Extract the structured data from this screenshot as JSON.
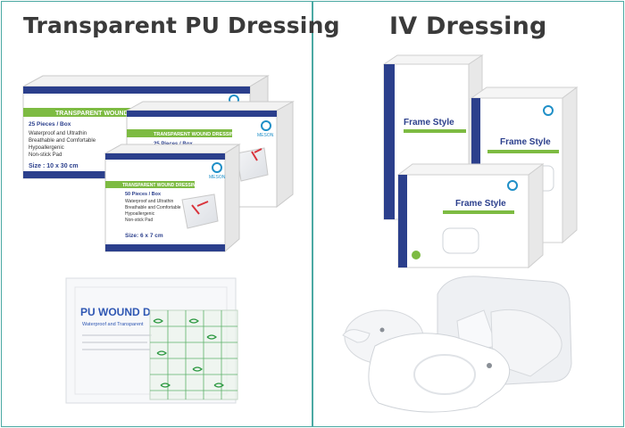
{
  "panels": [
    {
      "title": "Transparent PU Dressing",
      "boxes": [
        {
          "banner": "TRANSPARENT WOUND",
          "count": "25 Pieces / Box",
          "features": [
            "Waterproof and Ultrathin",
            "Breathable and Comfortable",
            "Hypoallergenic",
            "Non-stick Pad"
          ],
          "size": "Size : 10 x 30 cm"
        },
        {
          "banner": "TRANSPARENT WOUND DRESSING",
          "count": "25 Pieces / Box"
        },
        {
          "banner": "TRANSPARENT WOUND DRESSING",
          "count": "50 Pieces / Box",
          "features": [
            "Waterproof and Ultrathin",
            "Breathable and Comfortable",
            "Hypoallergenic",
            "Non-stick Pad"
          ],
          "size": "Size: 6 x 7 cm"
        }
      ],
      "brand": "MESON",
      "pouch_label": "PU WOUND D",
      "pouch_sub": "Waterproof and Transparent"
    },
    {
      "title": "IV Dressing",
      "boxes": [
        {
          "label": "Frame Style"
        },
        {
          "label": "Frame Style"
        },
        {
          "label": "Frame Style"
        }
      ]
    }
  ],
  "colors": {
    "border": "#4ba9a3",
    "box_blue": "#2b3f8c",
    "box_green": "#7dbb42",
    "title": "#3a3a3a"
  }
}
